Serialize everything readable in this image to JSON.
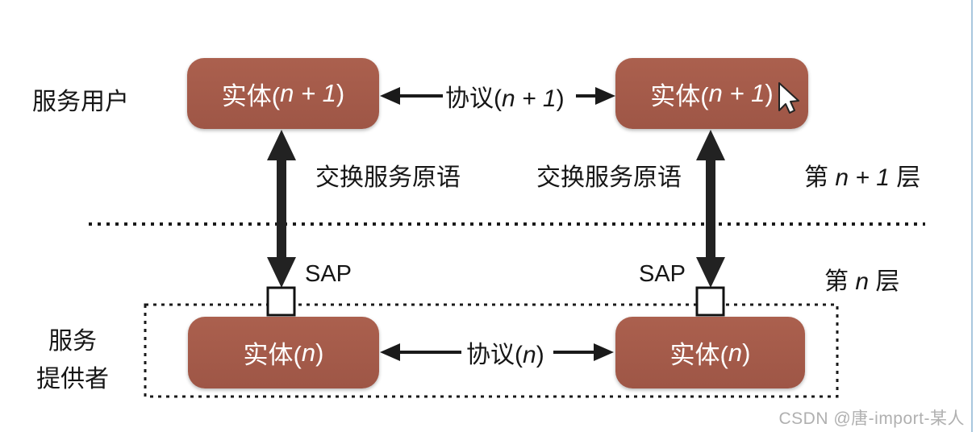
{
  "labels": {
    "service_user": "服务用户",
    "service_provider": [
      "服务",
      "提供者"
    ],
    "exchange_primitive_left": "交换服务原语",
    "exchange_primitive_right": "交换服务原语",
    "sap_left": "SAP",
    "sap_right": "SAP",
    "layer_upper": {
      "pre": "第 ",
      "math": "n + 1",
      "post": " 层"
    },
    "layer_lower": {
      "pre": "第 ",
      "math": "n",
      "post": " 层"
    }
  },
  "entities": {
    "top_left": {
      "pre": "实体(",
      "math": "n + 1",
      "post": ")"
    },
    "top_right": {
      "pre": "实体(",
      "math": "n + 1",
      "post": ")"
    },
    "bottom_left": {
      "pre": "实体(",
      "math": "n",
      "post": ")"
    },
    "bottom_right": {
      "pre": "实体(",
      "math": "n",
      "post": ")"
    }
  },
  "protocols": {
    "top": {
      "pre": "协议(",
      "math": "n + 1",
      "post": ")"
    },
    "bottom": {
      "pre": "协议(",
      "math": "n",
      "post": ")"
    }
  },
  "colors": {
    "entity_fill": "#a55c4b",
    "entity_text": "#ffffff",
    "line": "#1a1a1a",
    "watermark": "#b0b0b0",
    "window_edge": "#a9c7de",
    "background": "#ffffff"
  },
  "watermark": "CSDN @唐-import-某人"
}
